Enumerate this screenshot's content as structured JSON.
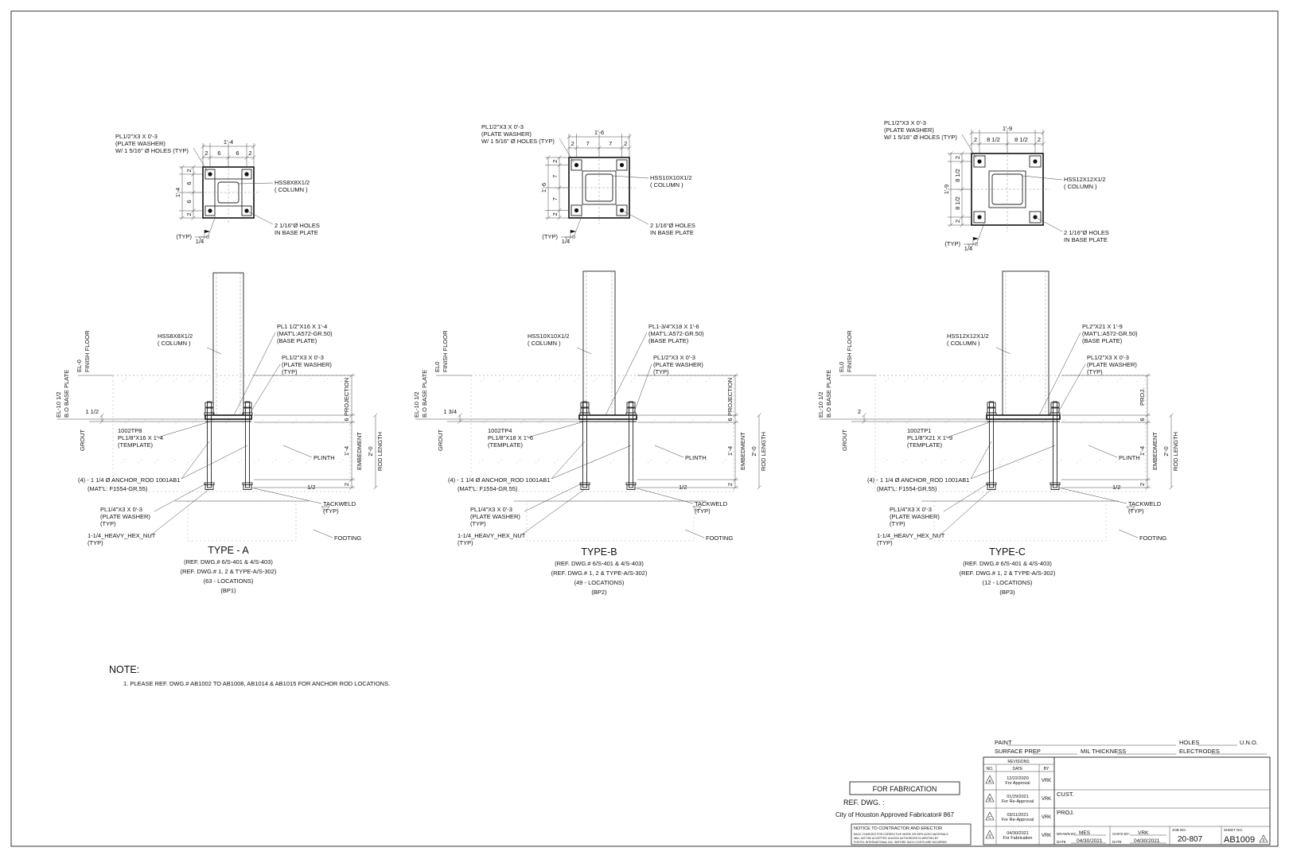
{
  "details": [
    {
      "plan": {
        "overall": "1'-4",
        "dims_top": [
          "2",
          "6",
          "6",
          "2"
        ],
        "dims_side": [
          "2",
          "6",
          "6",
          "2"
        ],
        "washer": [
          "PL1/2\"X3 X 0'-3",
          "(PLATE WASHER)",
          "W/ 1 5/16\" Ø HOLES (TYP)"
        ],
        "column": [
          "HSS8X8X1/2",
          "( COLUMN )"
        ],
        "holes": [
          "2 1/16\"Ø HOLES",
          "IN BASE PLATE"
        ],
        "weld_size": "1/4",
        "weld_typ": "(TYP)"
      },
      "elev": {
        "column": [
          "HSS8X8X1/2",
          "( COLUMN )"
        ],
        "base_plate": [
          "PL1 1/2\"X16 X 1'-4",
          "(MAT'L:A572-GR.50)",
          "(BASE PLATE)"
        ],
        "washer": [
          "PL1/2\"X3 X 0'-3",
          "(PLATE WASHER)",
          "(TYP)"
        ],
        "template": [
          "1002TP8",
          "PL1/8\"X16 X 1'-4",
          "(TEMPLATE)"
        ],
        "rod": "(4) - 1 1/4 Ø ANCHOR_ROD 1001AB1",
        "rod_mat": "(MAT'L: F1554-GR.55)",
        "bottom_washer": [
          "PL1/4\"X3 X 0'-3",
          "(PLATE WASHER)",
          "(TYP)"
        ],
        "nut": [
          "1-1/4_HEAVY_HEX_NUT",
          "(TYP)"
        ],
        "plinth": "PLINTH",
        "tackweld": [
          "TACKWELD",
          "(TYP)"
        ],
        "footing": "FOOTING",
        "finish_floor": "FINISH FLOOR",
        "el0": "EL-0",
        "bo_plate": "B.O BASE PLATE",
        "el_bo": "EL-10 1/2",
        "grout": "GROUT",
        "grout_dim": "1 1/2",
        "projection": "PROJECTION",
        "proj_dim": "6",
        "embedment": "EMBEDMENT",
        "embed_dim": "1'-4",
        "end_dim": "2",
        "rod_length": "ROD LENGTH",
        "rod_dim": "2'-0",
        "weld": "1/2"
      },
      "title": "TYPE - A",
      "refs": [
        "(REF. DWG.# 6/S-401 & 4/S-403)",
        "(REF. DWG.# 1, 2 & TYPE-A/S-302)",
        "(63 - LOCATIONS)",
        "(BP1)"
      ]
    },
    {
      "plan": {
        "overall": "1'-6",
        "dims_top": [
          "2",
          "7",
          "7",
          "2"
        ],
        "dims_side": [
          "2",
          "7",
          "7",
          "2"
        ],
        "washer": [
          "PL1/2\"X3 X 0'-3",
          "(PLATE WASHER)",
          "W/ 1 5/16\" Ø HOLES (TYP)"
        ],
        "column": [
          "HSS10X10X1/2",
          "( COLUMN )"
        ],
        "holes": [
          "2 1/16\"Ø HOLES",
          "IN BASE PLATE"
        ],
        "weld_size": "1/4",
        "weld_typ": "(TYP)"
      },
      "elev": {
        "column": [
          "HSS10X10X1/2",
          "( COLUMN )"
        ],
        "base_plate": [
          "PL1-3/4\"X18 X 1'-6",
          "(MAT'L:A572-GR.50)",
          "(BASE PLATE)"
        ],
        "washer": [
          "PL1/2\"X3 X 0'-3",
          "(PLATE WASHER)",
          "(TYP)"
        ],
        "template": [
          "1002TP4",
          "PL1/8\"X18 X 1'-6",
          "(TEMPLATE)"
        ],
        "rod": "(4) - 1 1/4 Ø ANCHOR_ROD 1001AB1",
        "rod_mat": "(MAT'L: F1554-GR.55)",
        "bottom_washer": [
          "PL1/4\"X3 X 0'-3",
          "(PLATE WASHER)",
          "(TYP)"
        ],
        "nut": [
          "1-1/4_HEAVY_HEX_NUT",
          "(TYP)"
        ],
        "plinth": "PLINTH",
        "tackweld": [
          "TACKWELD",
          "(TYP)"
        ],
        "footing": "FOOTING",
        "finish_floor": "FINISH FLOOR",
        "el0": "EL0",
        "bo_plate": "B.O BASE PLATE",
        "el_bo": "EL-10 1/2",
        "grout": "GROUT",
        "grout_dim": "1 3/4",
        "projection": "PROJECTION",
        "proj_dim": "6",
        "embedment": "EMBEDMENT",
        "embed_dim": "1'-4",
        "end_dim": "2",
        "rod_length": "ROD LENGTH",
        "rod_dim": "2'-0",
        "weld": "1/2"
      },
      "title": "TYPE-B",
      "refs": [
        "(REF. DWG.# 6/S-401 & 4/S-403)",
        "(REF. DWG.# 1, 2 & TYPE-A/S-302)",
        "(49 - LOCATIONS)",
        "(BP2)"
      ]
    },
    {
      "plan": {
        "overall": "1'-9",
        "dims_top": [
          "2",
          "8 1/2",
          "8 1/2",
          "2"
        ],
        "dims_side": [
          "2",
          "8 1/2",
          "8 1/2",
          "2"
        ],
        "washer": [
          "PL1/2\"X3 X 0'-3",
          "(PLATE WASHER)",
          "W/ 1 5/16\" Ø HOLES (TYP)"
        ],
        "column": [
          "HSS12X12X1/2",
          "( COLUMN )"
        ],
        "holes": [
          "2 1/16\"Ø HOLES",
          "IN BASE PLATE"
        ],
        "weld_size": "1/4",
        "weld_typ": "(TYP)"
      },
      "elev": {
        "column": [
          "HSS12X12X1/2",
          "( COLUMN )"
        ],
        "base_plate": [
          "PL2\"X21 X 1'-9",
          "(MAT'L:A572-GR.50)",
          "(BASE PLATE)"
        ],
        "washer": [
          "PL1/2\"X3 X 0'-3",
          "(PLATE WASHER)",
          "(TYP)"
        ],
        "template": [
          "1002TP1",
          "PL1/8\"X21 X 1'-9",
          "(TEMPLATE)"
        ],
        "rod": "(4) - 1 1/4 Ø ANCHOR_ROD 1001AB1",
        "rod_mat": "(MAT'L: F1554-GR.55)",
        "bottom_washer": [
          "PL1/4\"X3 X 0'-3",
          "(PLATE WASHER)",
          "(TYP)"
        ],
        "nut": [
          "1-1/4_HEAVY_HEX_NUT",
          "(TYP)"
        ],
        "plinth": "PLINTH",
        "tackweld": [
          "TACKWELD",
          "(TYP)"
        ],
        "footing": "FOOTING",
        "finish_floor": "FINISH FLOOR",
        "el0": "EL0",
        "bo_plate": "B.O BASE PLATE",
        "el_bo": "EL-10 1/2",
        "grout": "GROUT",
        "grout_dim": "2",
        "projection": "PROJ.",
        "proj_dim": "6",
        "embedment": "EMBEDMENT",
        "embed_dim": "1'-4",
        "end_dim": "2",
        "rod_length": "ROD LENGTH",
        "rod_dim": "2'-0",
        "weld": "1/2"
      },
      "title": "TYPE-C",
      "refs": [
        "(REF. DWG.# 6/S-401 & 4/S-403)",
        "(REF. DWG.# 1, 2 & TYPE-A/S-302)",
        "(12 - LOCATIONS)",
        "(BP3)"
      ]
    }
  ],
  "note": {
    "heading": "NOTE:",
    "items": [
      "1. PLEASE REF. DWG.# AB1002 TO AB1008, AB1014 & AB1015 FOR ANCHOR ROD LOCATIONS."
    ]
  },
  "status": {
    "stamp": "FOR FABRICATION",
    "ref_dwg": "REF. DWG. :",
    "fabricator": "City of Houston Approved Fabricator# 867"
  },
  "notice": {
    "title": "NOTICE TO CONTRACTOR AND ERECTOR",
    "body": [
      "BACK CHARGES FOR CORRECTIVE WORK OR REPLACED MATERIALS",
      "WILL NOT BE ACCEPTED UNLESS AUTHORIZED IN WRITING BY",
      "POSTEL INTERNATIONAL INC. BEFORE SUCH COSTS ARE INCURRED"
    ]
  },
  "title_block": {
    "paint": "PAINT",
    "holes": "HOLES",
    "uno": "U.N.O.",
    "surface_prep": "SURFACE PREP",
    "mil_thickness": "MIL THICKNESS",
    "electrodes": "ELECTRODES",
    "revisions_label": "REVISIONS",
    "col_no": "NO.",
    "col_date": "DATE",
    "col_by": "BY",
    "revisions": [
      {
        "no": "A",
        "date": "12/22/2020",
        "desc": "For Approval",
        "by": "VRK"
      },
      {
        "no": "B",
        "date": "01/29/2021",
        "desc": "For Re-Approval",
        "by": "VRK"
      },
      {
        "no": "C",
        "date": "03/11/2021",
        "desc": "For Re-Approval",
        "by": "VRK"
      },
      {
        "no": "0",
        "date": "04/30/2021",
        "desc": "For Fabrication",
        "by": "VRK"
      }
    ],
    "cust": "CUST.",
    "proj": "PROJ.",
    "drawn_by_label": "DRAWN BY:",
    "drawn_by": "MES",
    "chkd_by_label": "CHK'D BY:",
    "chkd_by": "VRK",
    "date_label": "DATE",
    "drawn_date": "04/30/2021",
    "chkd_date": "04/30/2021",
    "job_no_label": "JOB NO.",
    "job_no": "20-807",
    "sheet_no_label": "SHEET NO.",
    "sheet_no": "AB1009",
    "sheet_rev": "0"
  }
}
